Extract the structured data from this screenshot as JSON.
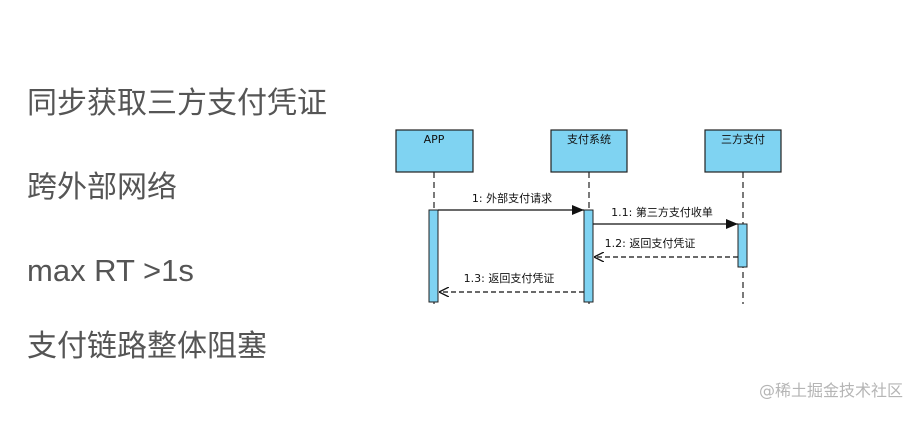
{
  "bullets": [
    "同步获取三方支付凭证",
    "跨外部网络",
    "max RT >1s",
    "支付链路整体阻塞"
  ],
  "diagram": {
    "type": "sequence",
    "participants": [
      "APP",
      "支付系统",
      "三方支付"
    ],
    "messages": [
      {
        "label": "1: 外部支付请求",
        "from": "APP",
        "to": "支付系统",
        "style": "sync"
      },
      {
        "label": "1.1: 第三方支付收单",
        "from": "支付系统",
        "to": "三方支付",
        "style": "sync"
      },
      {
        "label": "1.2: 返回支付凭证",
        "from": "三方支付",
        "to": "支付系统",
        "style": "return"
      },
      {
        "label": "1.3: 返回支付凭证",
        "from": "支付系统",
        "to": "APP",
        "style": "return"
      }
    ]
  },
  "watermark": "@稀土掘金技术社区"
}
